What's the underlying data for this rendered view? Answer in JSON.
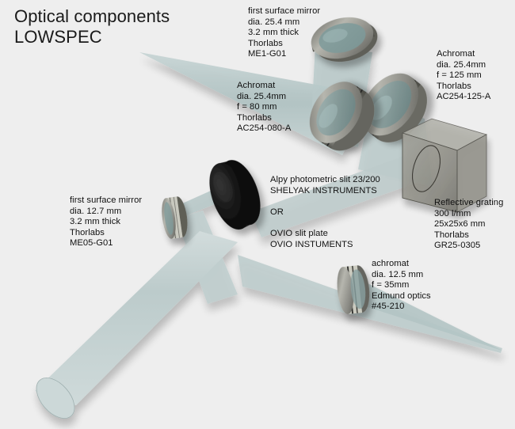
{
  "page": {
    "title_line1": "Optical components",
    "title_line2": "LOWSPEC",
    "background_color": "#eeeeee",
    "beam_color": "#b5c6c6",
    "glass_color": "#8fa8a8",
    "metal_color": "#9a9a94",
    "slit_color": "#0d0d0d"
  },
  "labels": {
    "mirror_top": {
      "lines": "first surface mirror\ndia. 25.4 mm\n3.2 mm thick\nThorlabs\nME1-G01"
    },
    "achromat_125": {
      "lines": "Achromat\ndia. 25.4mm\nf = 125 mm\nThorlabs\nAC254-125-A"
    },
    "achromat_80": {
      "lines": "Achromat\ndia. 25.4mm\nf = 80 mm\nThorlabs\nAC254-080-A"
    },
    "slit": {
      "lines": "Alpy photometric slit 23/200\nSHELYAK INSTRUMENTS\n\nOR\n\nOVIO slit plate\nOVIO INSTUMENTS"
    },
    "grating": {
      "lines": "Reflective grating\n300 l/mm\n25x25x6 mm\nThorlabs\nGR25-0305"
    },
    "mirror_small": {
      "lines": "first surface mirror\ndia. 12.7 mm\n3.2 mm thick\nThorlabs\nME05-G01"
    },
    "achromat_35": {
      "lines": "achromat\ndia. 12.5 mm\nf = 35mm\nEdmund optics\n#45-210"
    }
  }
}
